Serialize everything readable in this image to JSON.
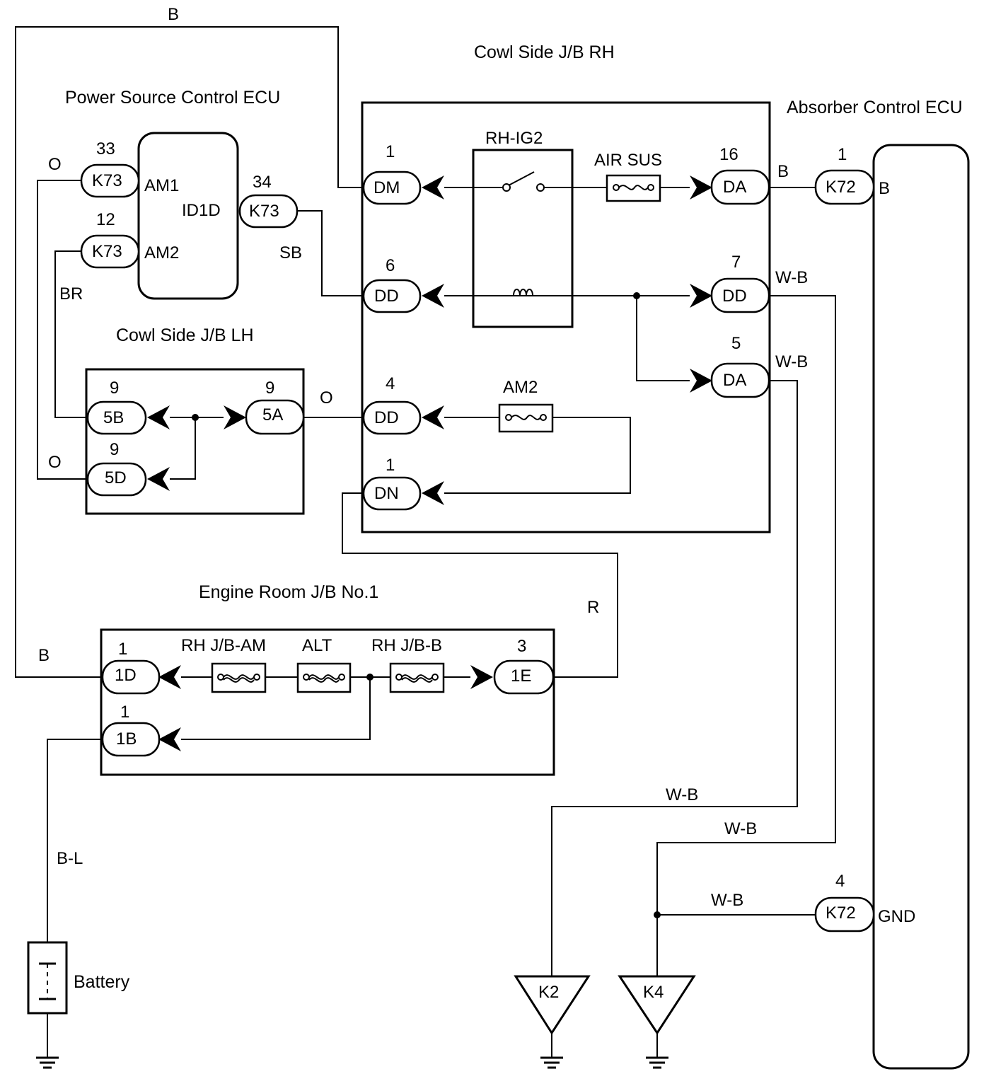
{
  "titles": {
    "cowl_rh": "Cowl Side J/B RH",
    "power_ecu": "Power Source Control ECU",
    "absorber_ecu": "Absorber Control ECU",
    "cowl_lh": "Cowl Side J/B LH",
    "engine_jb": "Engine Room J/B No.1",
    "battery": "Battery"
  },
  "power_ecu": {
    "body_label": "ID1D",
    "am1_pin": "33",
    "am1_conn": "K73",
    "am1_label": "AM1",
    "am2_pin": "12",
    "am2_conn": "K73",
    "am2_label": "AM2",
    "id_pin": "34",
    "id_conn": "K73"
  },
  "cowl_rh": {
    "relay": "RH-IG2",
    "fuse_air": "AIR SUS",
    "fuse_am2": "AM2",
    "dm_pin": "1",
    "dm": "DM",
    "dd6_pin": "6",
    "dd6": "DD",
    "dd4_pin": "4",
    "dd4": "DD",
    "dn_pin": "1",
    "dn": "DN",
    "da16_pin": "16",
    "da16": "DA",
    "dd7_pin": "7",
    "dd7": "DD",
    "da5_pin": "5",
    "da5": "DA"
  },
  "cowl_lh": {
    "b_pin": "9",
    "b": "5B",
    "a_pin": "9",
    "a": "5A",
    "d_pin": "9",
    "d": "5D"
  },
  "engine_jb": {
    "fuse_am": "RH J/B-AM",
    "fuse_alt": "ALT",
    "fuse_b": "RH J/B-B",
    "d_pin": "1",
    "d": "1D",
    "e_pin": "3",
    "e": "1E",
    "b_pin": "1",
    "b": "1B"
  },
  "absorber": {
    "b_pin": "1",
    "b_conn": "K72",
    "b_label": "B",
    "gnd_pin": "4",
    "gnd_conn": "K72",
    "gnd_label": "GND"
  },
  "grounds": {
    "k2": "K2",
    "k4": "K4"
  },
  "wires": {
    "top_b": "B",
    "o_am1": "O",
    "br": "BR",
    "sb": "SB",
    "o_5a": "O",
    "o_5d": "O",
    "b_da16": "B",
    "wb_dd7": "W-B",
    "wb_da5": "W-B",
    "r": "R",
    "b_1d": "B",
    "bl": "B-L",
    "wb_k2": "W-B",
    "wb_k4": "W-B",
    "wb_gnd": "W-B"
  }
}
